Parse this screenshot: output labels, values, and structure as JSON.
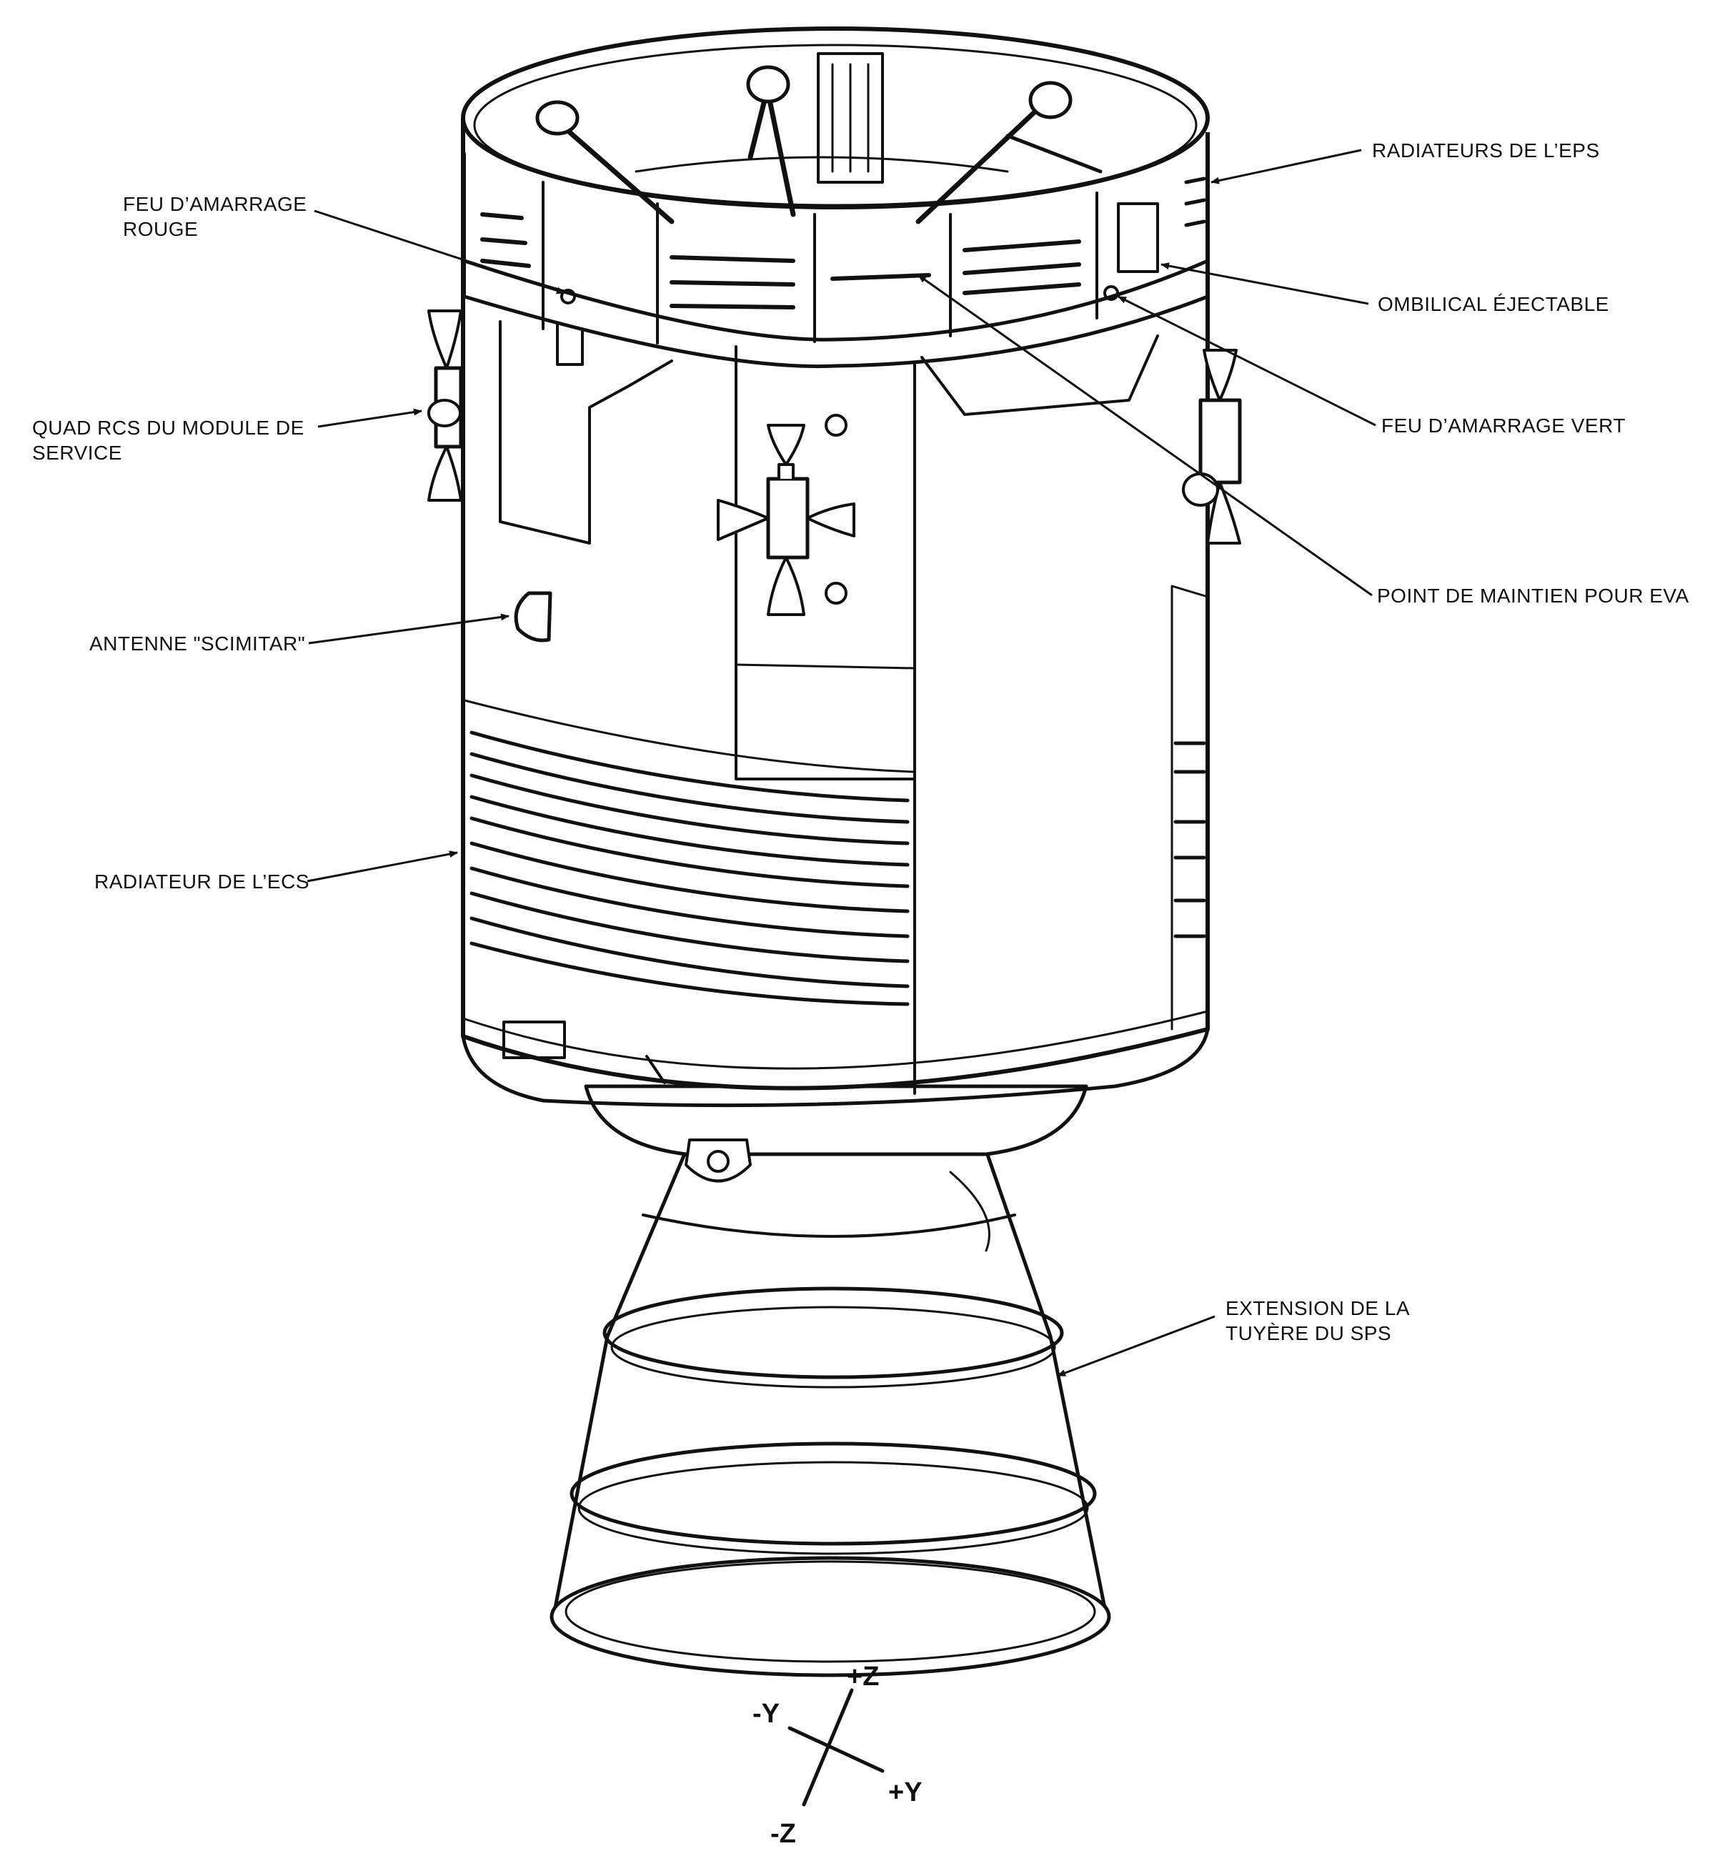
{
  "labels": {
    "feu_rouge": [
      "FEU D’AMARRAGE",
      "ROUGE"
    ],
    "quad_rcs": [
      "QUAD RCS DU MODULE DE",
      "SERVICE"
    ],
    "antenne": "ANTENNE \"SCIMITAR\"",
    "radiateur_ecs": "RADIATEUR DE L’ECS",
    "radiateurs_eps": "RADIATEURS DE L’EPS",
    "ombilical": "OMBILICAL ÉJECTABLE",
    "feu_vert": "FEU D’AMARRAGE VERT",
    "point_eva": "POINT DE MAINTIEN POUR EVA",
    "extension_sps": [
      "EXTENSION DE LA",
      "TUYÈRE DU SPS"
    ]
  },
  "axes": {
    "plus_z": "+Z",
    "minus_y": "-Y",
    "plus_y": "+Y",
    "minus_z": "-Z"
  }
}
